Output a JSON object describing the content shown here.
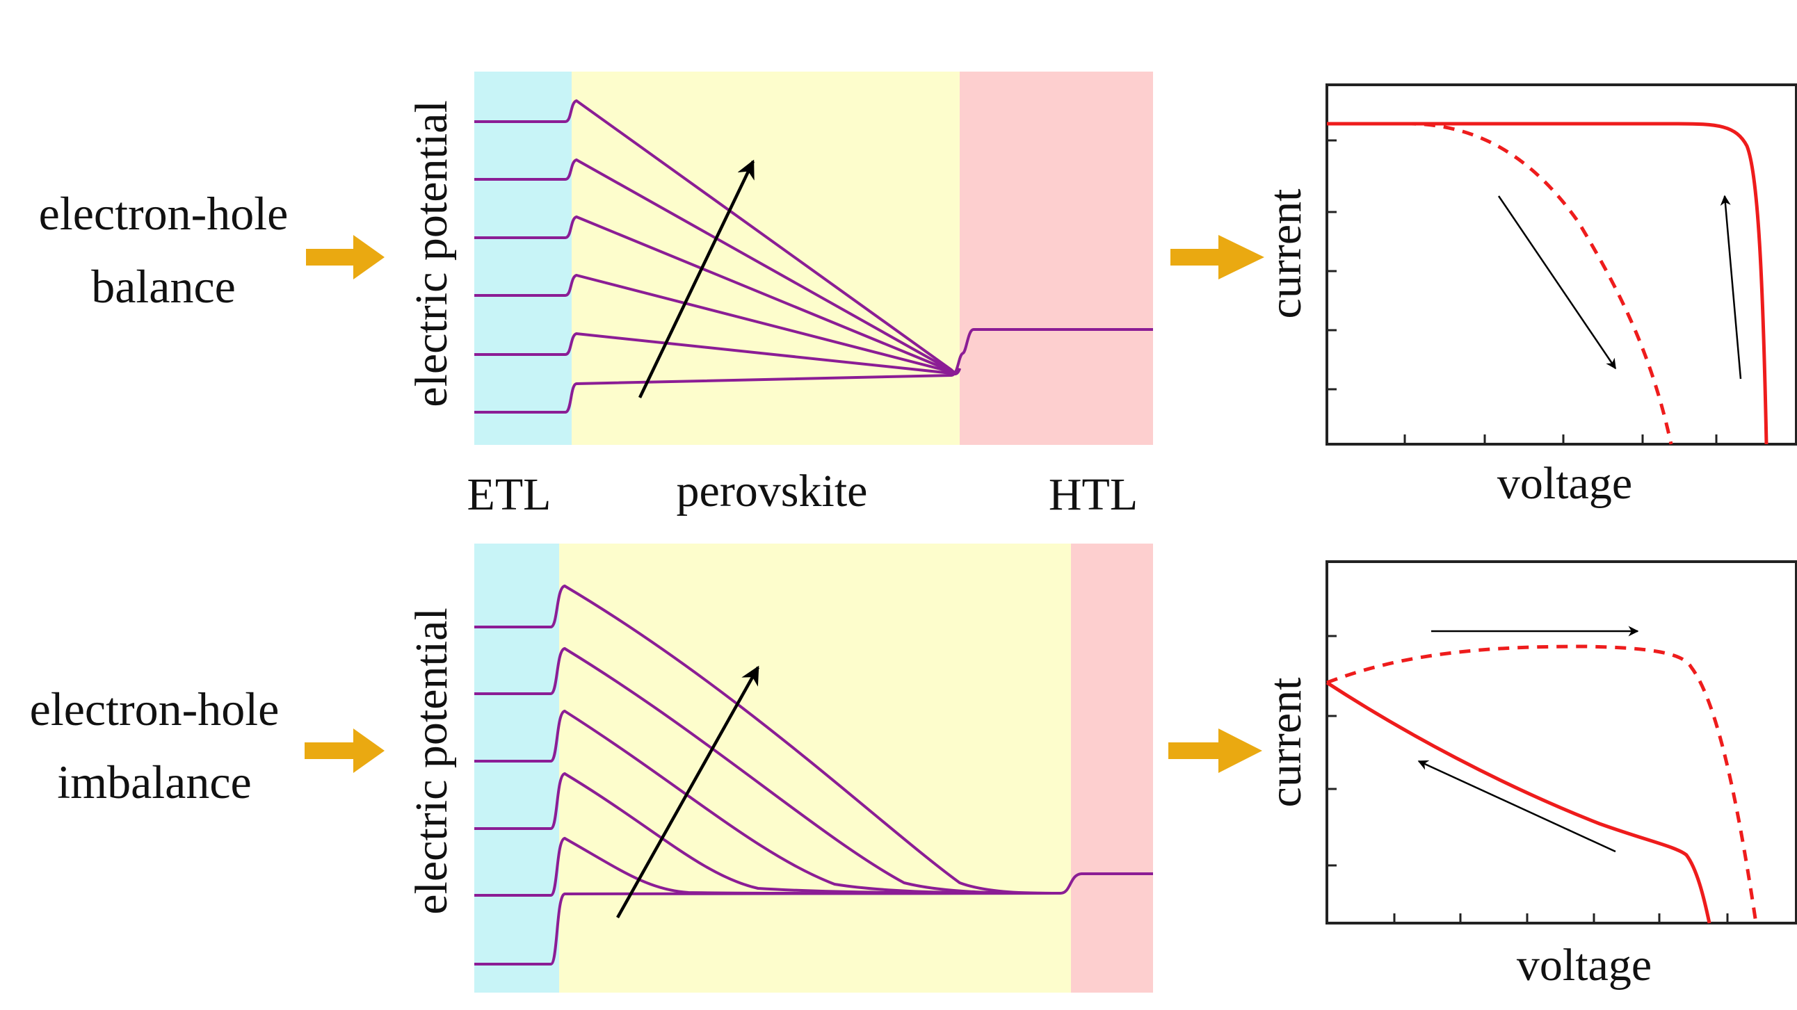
{
  "figure": {
    "rows": [
      {
        "condition_line1": "electron-hole",
        "condition_line2": "balance",
        "potential_ylabel": "electric potential",
        "layer_labels": {
          "etl": "ETL",
          "perovskite": "perovskite",
          "htl": "HTL"
        },
        "iv_xlabel": "voltage",
        "iv_ylabel": "current"
      },
      {
        "condition_line1": "electron-hole",
        "condition_line2": "imbalance",
        "potential_ylabel": "electric potential",
        "iv_xlabel": "voltage",
        "iv_ylabel": "current"
      }
    ],
    "colors": {
      "etl": "#c8f4f7",
      "perovskite": "#fdfdcc",
      "htl": "#fdcfcf",
      "potential_curve": "#8b1d95",
      "iv_curve": "#ee1c1c",
      "flow_arrow": "#eaa911",
      "axis": "#222222",
      "trend_arrow": "#000000"
    }
  }
}
